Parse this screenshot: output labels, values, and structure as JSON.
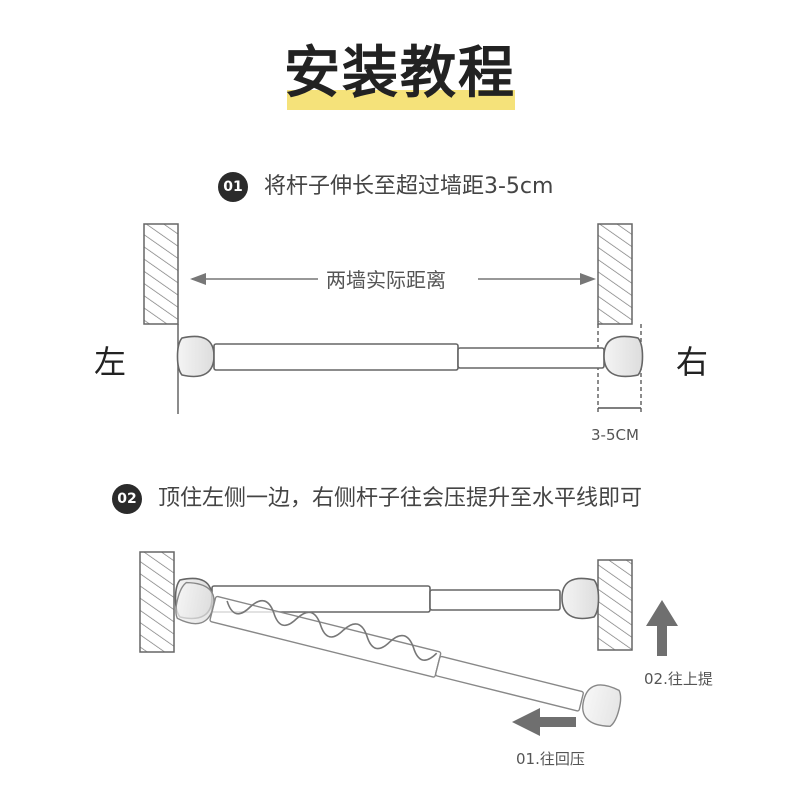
{
  "title": "安装教程",
  "steps": [
    {
      "number": "01",
      "text": "将杆子伸长至超过墙距3-5cm"
    },
    {
      "number": "02",
      "text": "顶住左侧一边，右侧杆子往会压提升至水平线即可"
    }
  ],
  "diagram1": {
    "distance_label": "两墙实际距离",
    "left_label": "左",
    "right_label": "右",
    "overhang_label": "3-5CM"
  },
  "diagram2": {
    "lift_label": "02.往上提",
    "press_label": "01.往回压"
  },
  "colors": {
    "title_highlight": "#f5e27a",
    "badge": "#2b2b2b",
    "line": "#666666",
    "arrow": "#6f6f6f"
  }
}
